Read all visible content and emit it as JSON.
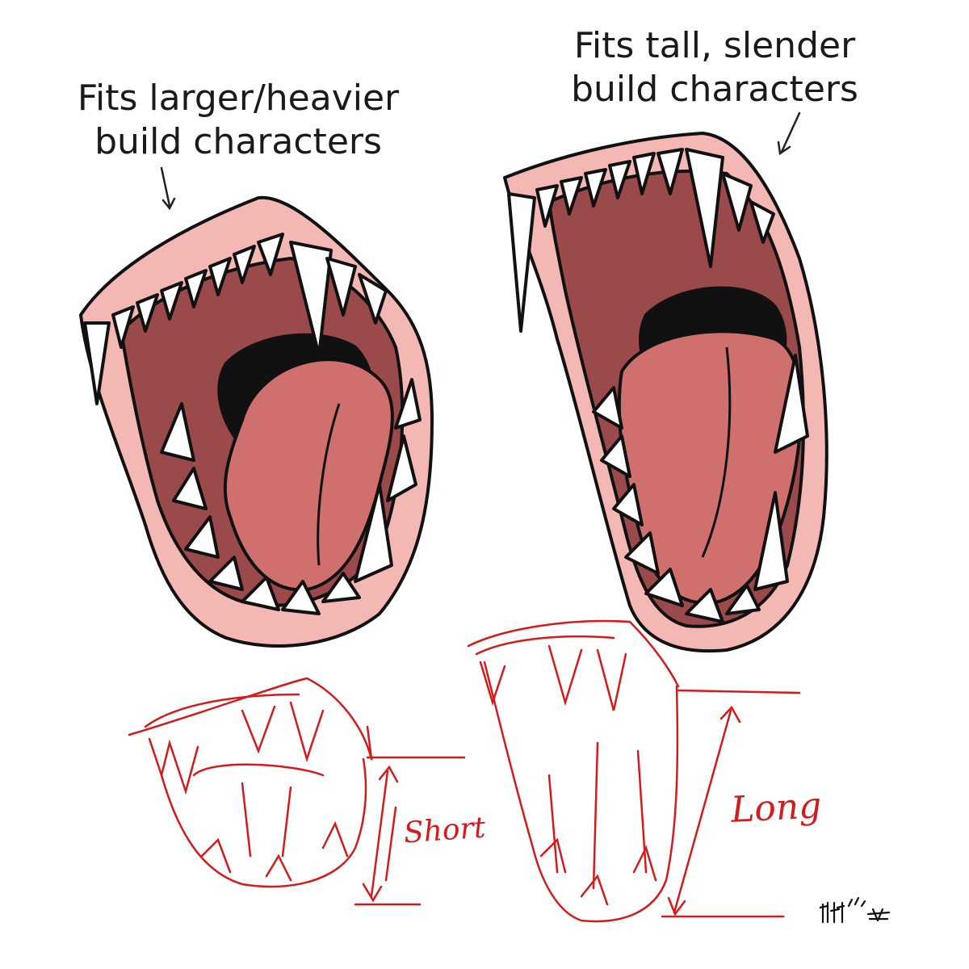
{
  "captions": {
    "left": {
      "line1": "Fits larger/heavier",
      "line2": "build characters"
    },
    "right": {
      "line1": "Fits tall, slender",
      "line2": "build characters"
    }
  },
  "sketch_labels": {
    "short": "Short",
    "long": "Long"
  },
  "colors": {
    "gum": "#f4b8b4",
    "mouth_inner": "#9a4a4a",
    "tongue": "#d0706e",
    "teeth": "#ffffff",
    "line": "#111111",
    "sketch_red": "#d41b1b"
  }
}
